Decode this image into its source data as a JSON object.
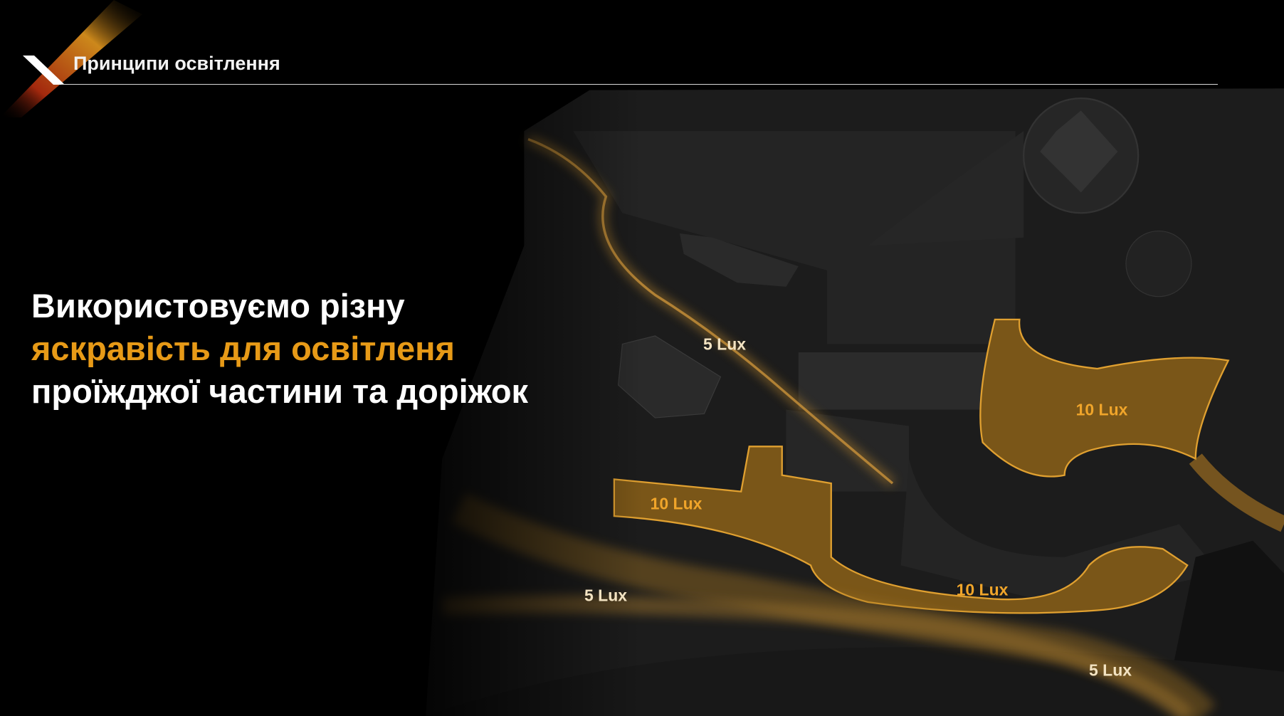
{
  "header": {
    "title": "Принципи освітлення"
  },
  "headline": {
    "line1": "Використовуємо різну",
    "line2_accent": "яскравість для освітленя",
    "line3": "проїжджої частини та доріжок"
  },
  "map_labels": [
    {
      "text": "5 Lux",
      "level": 5
    },
    {
      "text": "10 Lux",
      "level": 10
    },
    {
      "text": "10 Lux",
      "level": 10
    },
    {
      "text": "5 Lux",
      "level": 5
    },
    {
      "text": "10 Lux",
      "level": 10
    },
    {
      "text": "5 Lux",
      "level": 5
    }
  ],
  "colors": {
    "accent": "#e79a17",
    "background": "#000000",
    "map": "#1e1e1e"
  }
}
